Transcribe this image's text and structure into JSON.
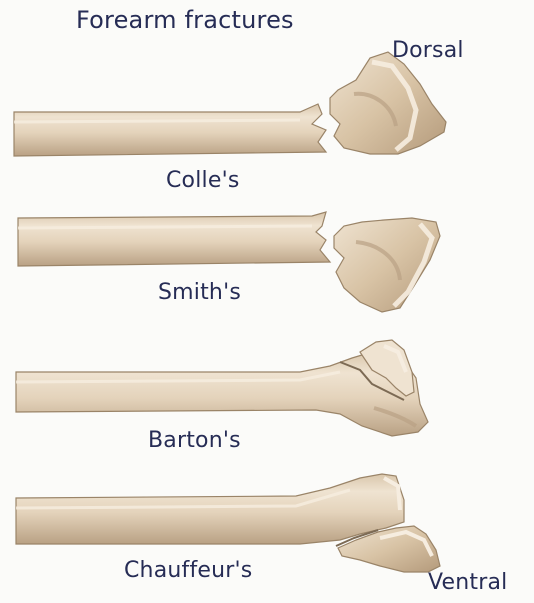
{
  "title": "Forearm fractures",
  "orientation": {
    "top": "Dorsal",
    "bottom": "Ventral"
  },
  "fractures": [
    {
      "label": "Colle's"
    },
    {
      "label": "Smith's"
    },
    {
      "label": "Barton's"
    },
    {
      "label": "Chauffeur's"
    }
  ],
  "colors": {
    "bone_fill": "#e6d5bd",
    "bone_shadow": "#b9a184",
    "bone_highlight": "#f6ede0",
    "bone_outline": "#9a8468",
    "text": "#262c55"
  }
}
